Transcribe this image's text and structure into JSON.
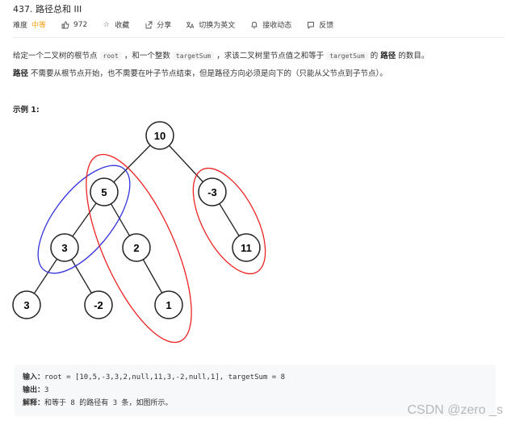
{
  "problem": {
    "title": "437. 路径总和 III",
    "difficulty_label": "难度",
    "difficulty_value": "中等",
    "likes": "972",
    "favorite": "收藏",
    "share": "分享",
    "switch_lang": "切换为英文",
    "subscribe": "接收动态",
    "feedback": "反馈"
  },
  "description": {
    "p1_a": "给定一个二叉树的根节点",
    "p1_code1": "root",
    "p1_b": "，和一个整数",
    "p1_code2": "targetSum",
    "p1_c": "，求该二叉树里节点值之和等于",
    "p1_code3": "targetSum",
    "p1_d": "的",
    "p1_bold": "路径",
    "p1_e": "的数目。",
    "p2_bold": "路径",
    "p2_text": "不需要从根节点开始，也不需要在叶子节点结束，但是路径方向必须是向下的（只能从父节点到子节点）。"
  },
  "example": {
    "title": "示例 1:",
    "tree_nodes": [
      "10",
      "5",
      "-3",
      "3",
      "2",
      "11",
      "3",
      "-2",
      "1"
    ],
    "input_label": "输入：",
    "input_value": "root = [10,5,-3,3,2,null,11,3,-2,null,1], targetSum = 8",
    "output_label": "输出：",
    "output_value": "3",
    "explain_label": "解释：",
    "explain_value": "和等于 8 的路径有 3 条，如图所示。"
  },
  "watermark": "CSDN @zero _s",
  "colors": {
    "difficulty": "#ffa116",
    "highlight_blue": "#3333dd",
    "highlight_red": "#ee2222"
  },
  "icons": [
    "thumb-up-icon",
    "star-icon",
    "share-icon",
    "translate-icon",
    "bell-icon",
    "feedback-icon"
  ]
}
